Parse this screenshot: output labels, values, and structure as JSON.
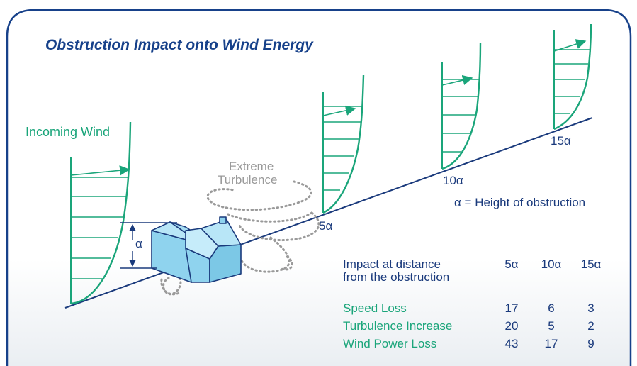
{
  "title": "Obstruction Impact onto Wind Energy",
  "labels": {
    "incoming_wind": "Incoming Wind",
    "extreme": "Extreme",
    "turbulence": "Turbulence",
    "alpha_marker": "α",
    "distance_5": "5α",
    "distance_10": "10α",
    "distance_15": "15α",
    "legend": "α = Height of obstruction"
  },
  "table": {
    "header_line1": "Impact at distance",
    "header_line2": "from the obstruction",
    "columns": [
      "5α",
      "10α",
      "15α"
    ],
    "rows": [
      {
        "label": "Speed Loss",
        "values": [
          "17",
          "6",
          "3"
        ]
      },
      {
        "label": "Turbulence Increase",
        "values": [
          "20",
          "5",
          "2"
        ]
      },
      {
        "label": "Wind Power Loss",
        "values": [
          "43",
          "17",
          "9"
        ]
      }
    ]
  },
  "colors": {
    "frame": "#17418a",
    "wind_profile": "#1aa57a",
    "ground": "#1a3a7c",
    "house": "#8fd3ee",
    "turbulence": "#9a9a9a"
  }
}
